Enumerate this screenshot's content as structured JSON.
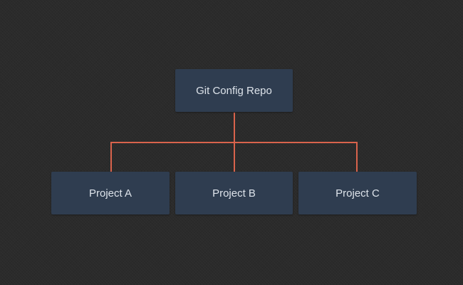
{
  "colors": {
    "background": "#2b2b2b",
    "node_fill": "#2f3d50",
    "connector": "#d9634c",
    "text": "#dde3ea"
  },
  "diagram": {
    "root": {
      "label": "Git Config Repo"
    },
    "children": [
      {
        "label": "Project A"
      },
      {
        "label": "Project B"
      },
      {
        "label": "Project C"
      }
    ]
  }
}
